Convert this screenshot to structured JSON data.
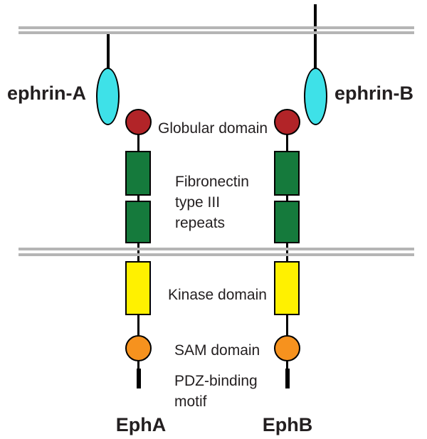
{
  "labels": {
    "ephrin_a": "ephrin-A",
    "ephrin_b": "ephrin-B",
    "globular": "Globular domain",
    "fibronectin_lines": [
      "Fibronectin",
      "type III",
      "repeats"
    ],
    "kinase": "Kinase domain",
    "sam": "SAM domain",
    "pdz_lines": [
      "PDZ-binding",
      "motif"
    ],
    "receptor_a": "EphA",
    "receptor_b": "EphB"
  },
  "colors": {
    "background": "#ffffff",
    "membrane": "#b5b5b5",
    "ligand": "#3ee1e8",
    "globular": "#b22428",
    "fibronectin": "#157a3c",
    "kinase": "#fff100",
    "sam": "#f6921e",
    "outline": "#000000",
    "text": "#231f20"
  }
}
